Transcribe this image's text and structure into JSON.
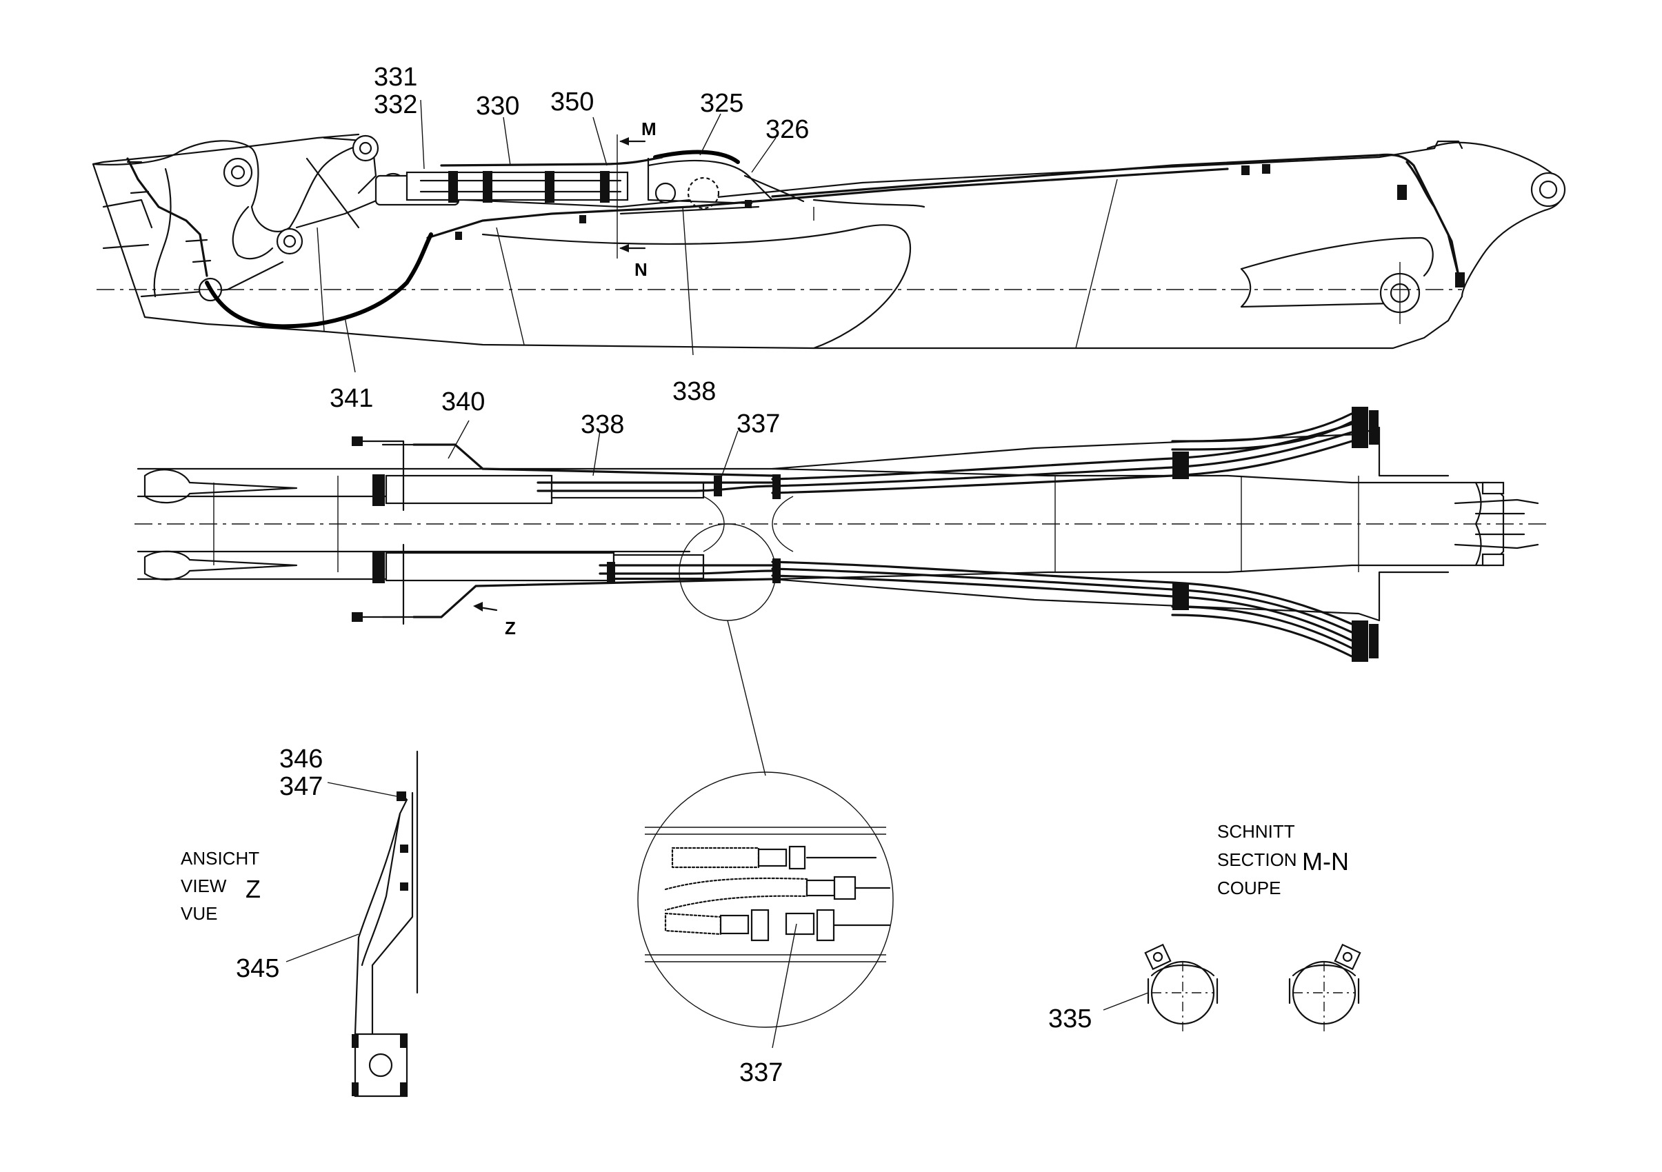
{
  "callouts": {
    "c331": "331",
    "c332": "332",
    "c330": "330",
    "c350": "350",
    "c325": "325",
    "c326": "326",
    "c341": "341",
    "c338_top": "338",
    "c340": "340",
    "c338_plan": "338",
    "c337_plan": "337",
    "c346": "346",
    "c347": "347",
    "c345": "345",
    "c337_detail": "337",
    "c335": "335"
  },
  "section_markers": {
    "m": "M",
    "n": "N",
    "z": "Z"
  },
  "view_z": {
    "line1": "ANSICHT",
    "line2": "VIEW",
    "line3": "VUE",
    "letter": "Z"
  },
  "section_mn": {
    "line1": "SCHNITT",
    "line2": "SECTION",
    "line3": "COUPE",
    "letters": "M-N"
  }
}
